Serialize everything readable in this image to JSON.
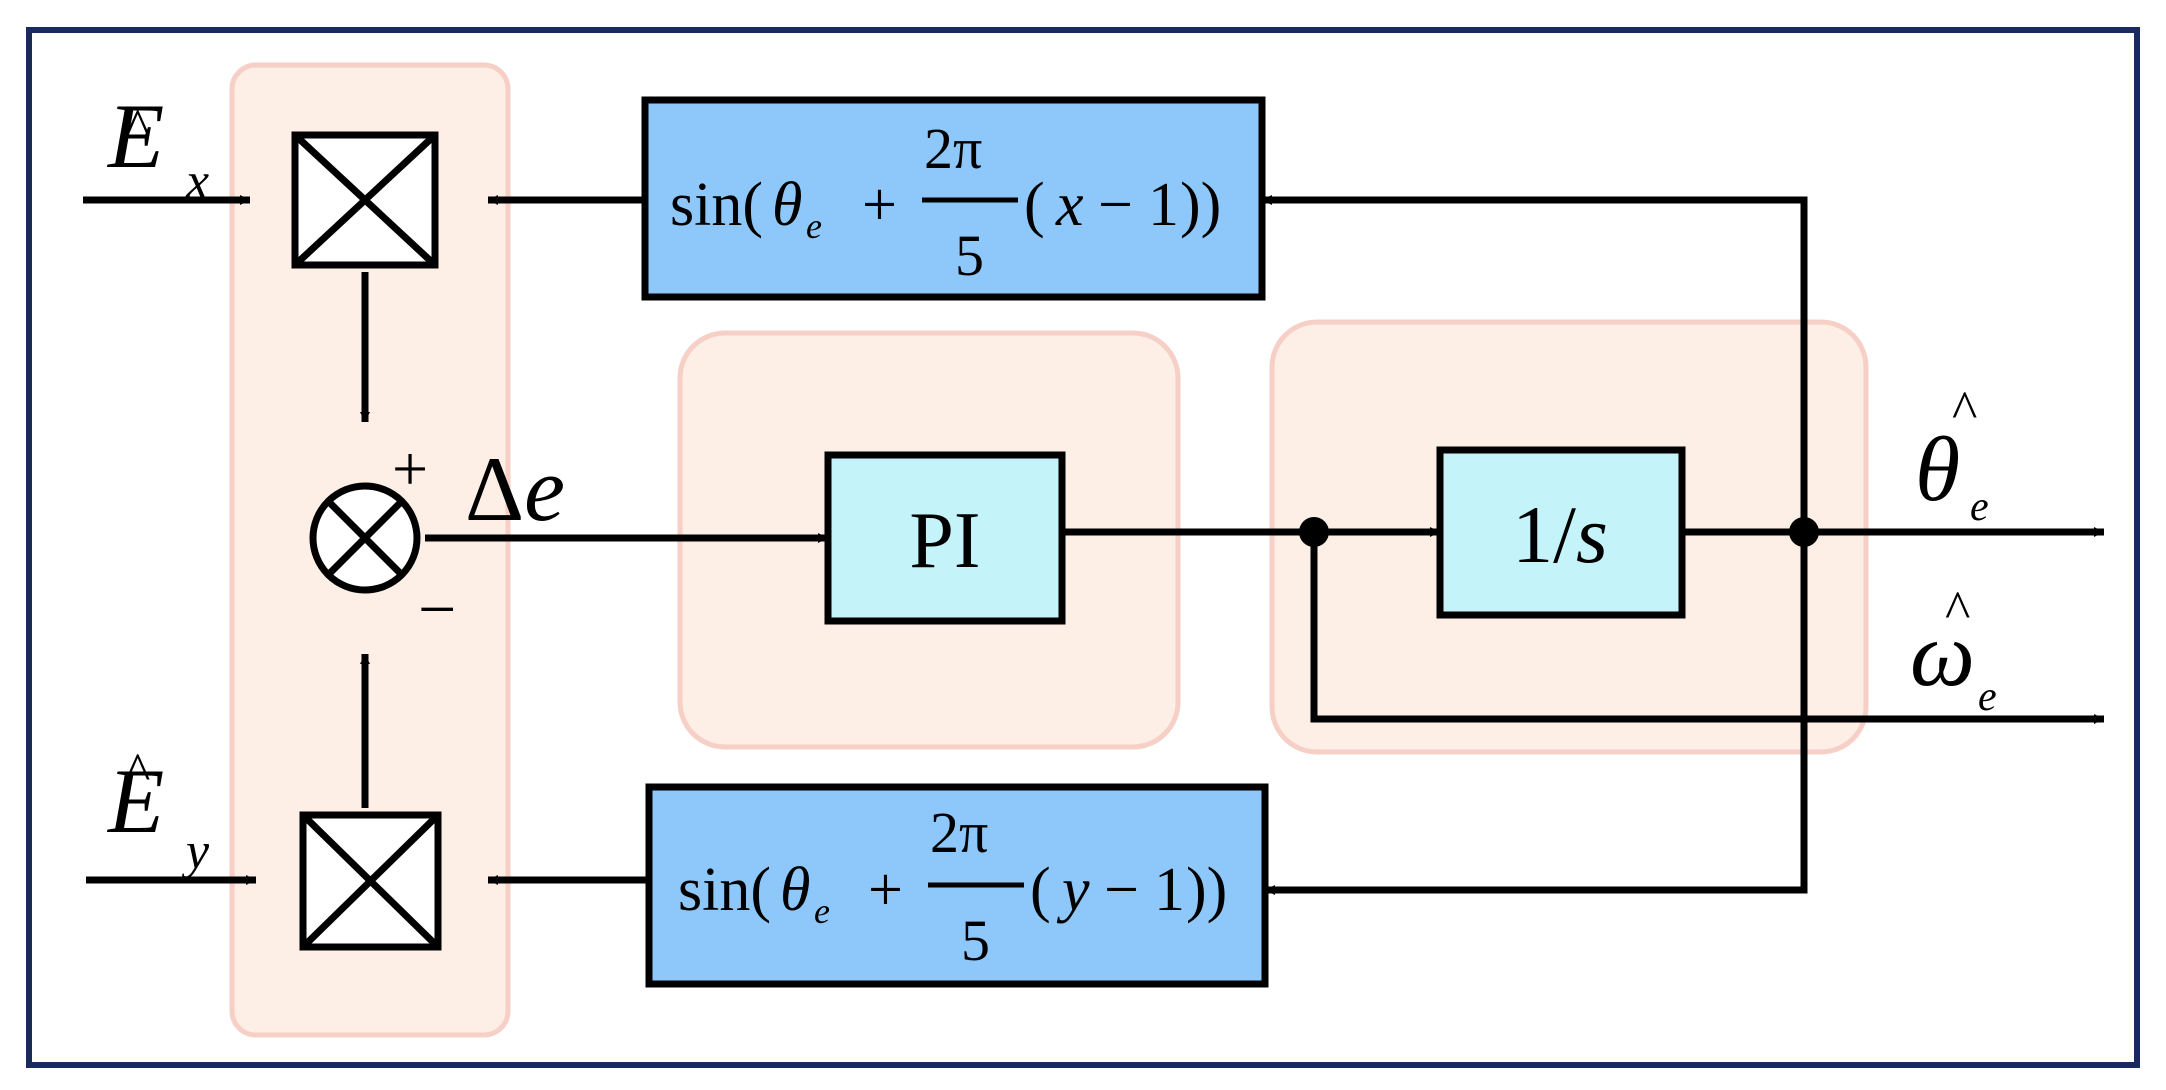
{
  "colors": {
    "frame": "#1a2a5e",
    "group_fill": "#fdeee6",
    "group_stroke": "#f6cfc6",
    "block_blue": "#8ec8fa",
    "block_cyan": "#c4f4fa",
    "line": "#000000"
  },
  "inputs": {
    "ex": {
      "base": "E",
      "hat": "^",
      "sub": "x"
    },
    "ey": {
      "base": "E",
      "hat": "^",
      "sub": "y"
    }
  },
  "outputs": {
    "theta": {
      "base": "θ",
      "hat": "^",
      "sub": "e"
    },
    "omega": {
      "base": "ω",
      "hat": "^",
      "sub": "e"
    }
  },
  "summing": {
    "plus": "+",
    "minus": "−",
    "error_delta": "Δ",
    "error_var": "e"
  },
  "blocks": {
    "sin_x": {
      "fn": "sin(",
      "theta": "θ",
      "theta_sub": "e",
      "plus": "+",
      "frac_num": "2π",
      "frac_den": "5",
      "open": "(",
      "var": "x",
      "minus": "−",
      "one": "1",
      "close": "))"
    },
    "sin_y": {
      "fn": "sin(",
      "theta": "θ",
      "theta_sub": "e",
      "plus": "+",
      "frac_num": "2π",
      "frac_den": "5",
      "open": "(",
      "var": "y",
      "minus": "−",
      "one": "1",
      "close": "))"
    },
    "pi": {
      "label": "PI"
    },
    "integrator": {
      "num": "1/",
      "var": "s"
    }
  },
  "icons": {
    "multiplier": "boxed-x-icon",
    "summer": "circle-x-icon",
    "junction": "dot-icon"
  }
}
